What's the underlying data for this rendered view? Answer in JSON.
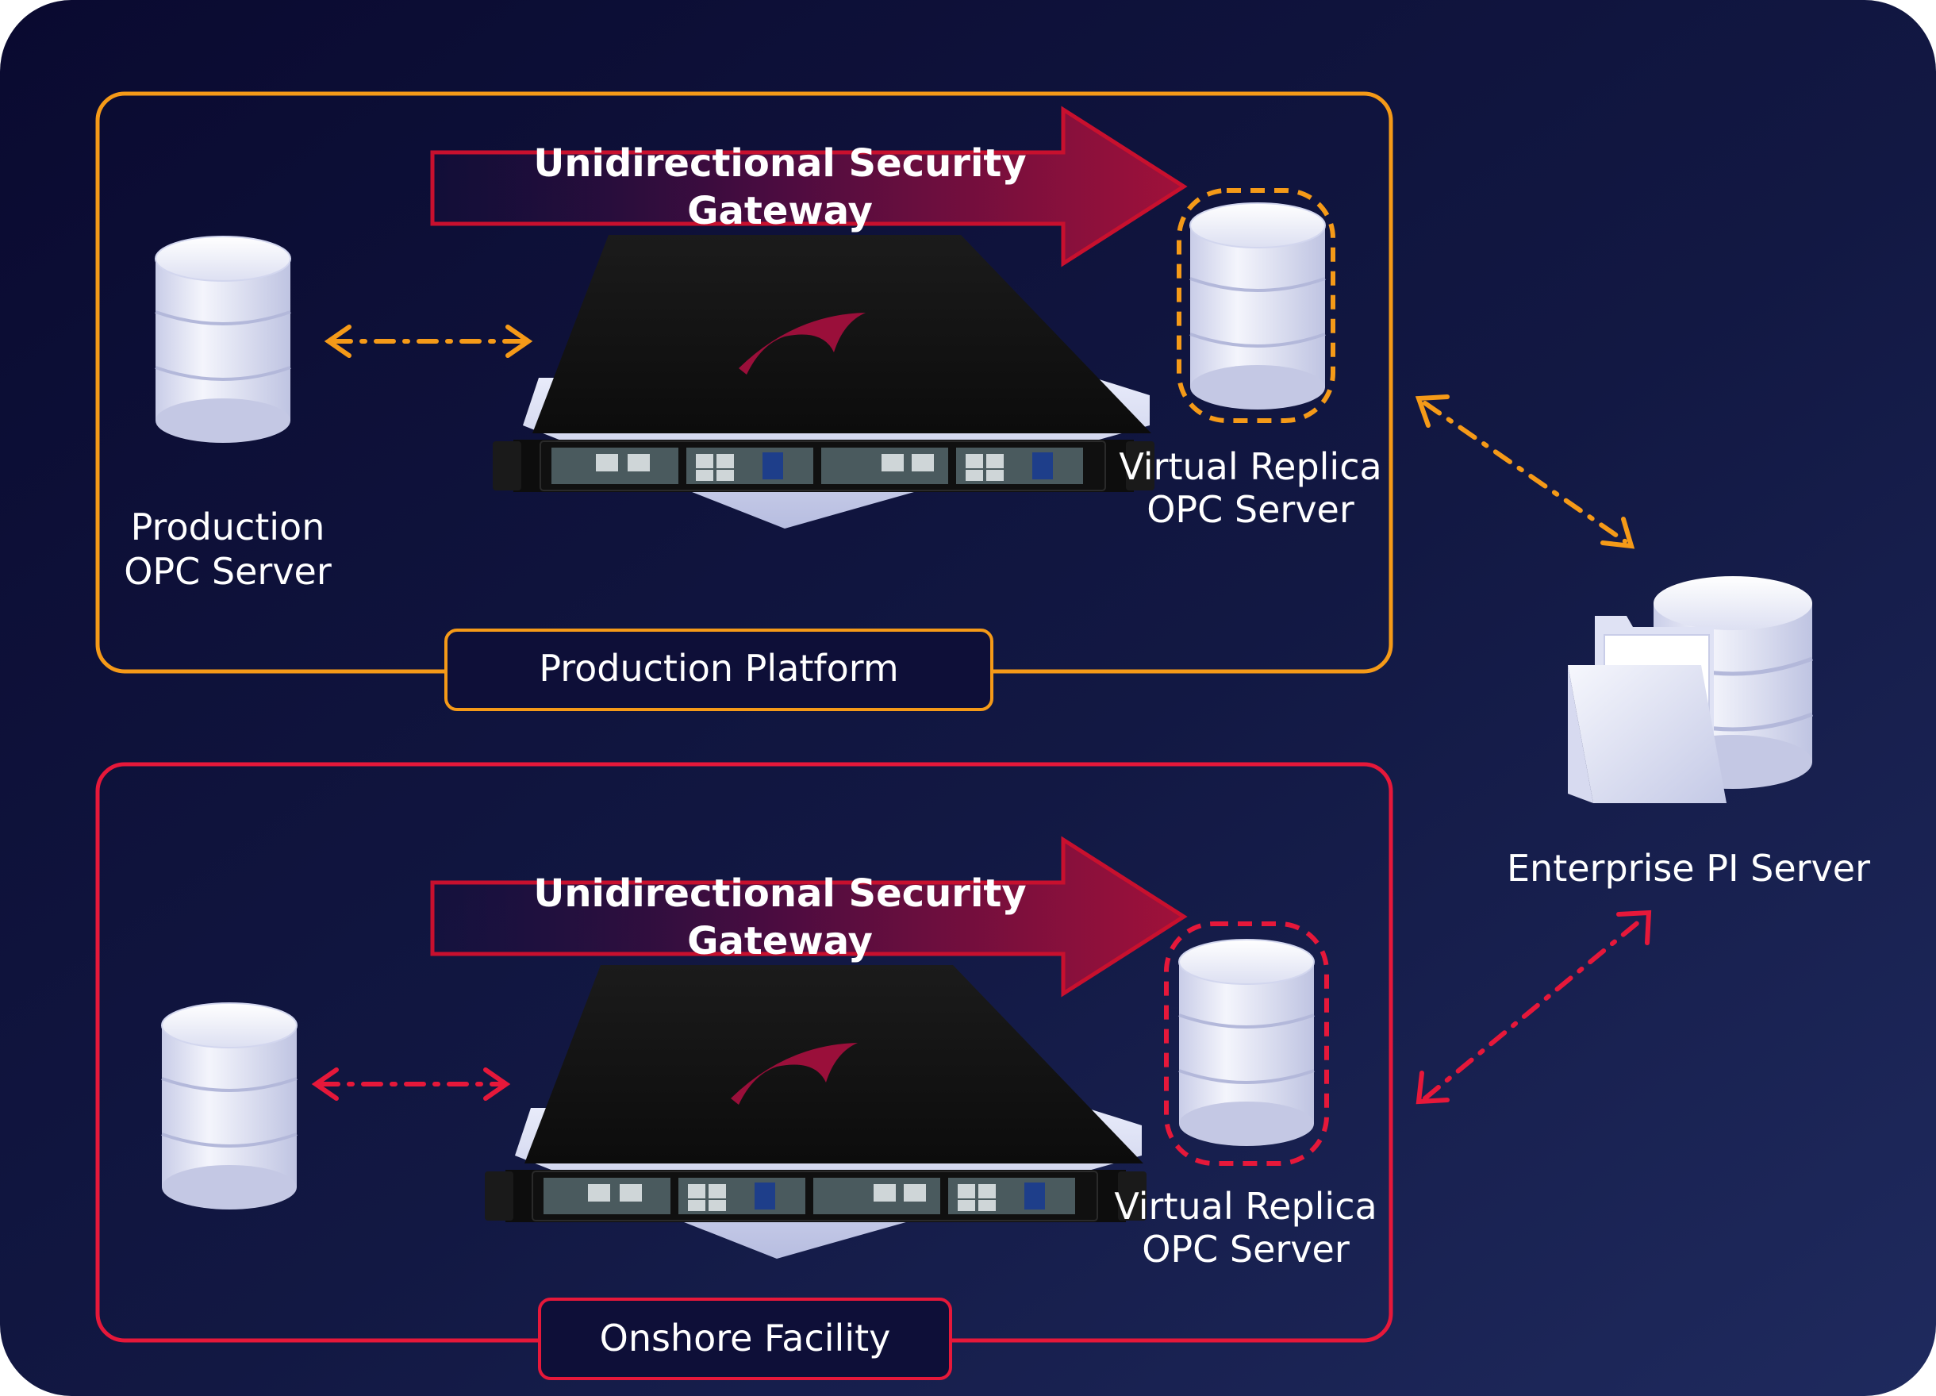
{
  "colors": {
    "background_start": "#0c0c32",
    "background_end": "#1c2558",
    "production_accent": "#f59a18",
    "onshore_accent": "#e6183a",
    "gateway_arrow": "#8e0f35",
    "label_text": "#ffffff"
  },
  "production_platform": {
    "label": "Production Platform",
    "gateway_title_line1": "Unidirectional Security",
    "gateway_title_line2": "Gateway",
    "source_server_line1": "Production",
    "source_server_line2": "OPC Server",
    "replica_line1": "Virtual Replica",
    "replica_line2": "OPC Server"
  },
  "onshore_facility": {
    "label": "Onshore Facility",
    "gateway_title_line1": "Unidirectional Security",
    "gateway_title_line2": "Gateway",
    "replica_line1": "Virtual Replica",
    "replica_line2": "OPC Server"
  },
  "enterprise": {
    "label": "Enterprise PI Server"
  },
  "icons": {
    "server": "database-cylinder-icon",
    "gateway": "rack-appliance-icon",
    "enterprise": "database-folder-icon"
  }
}
